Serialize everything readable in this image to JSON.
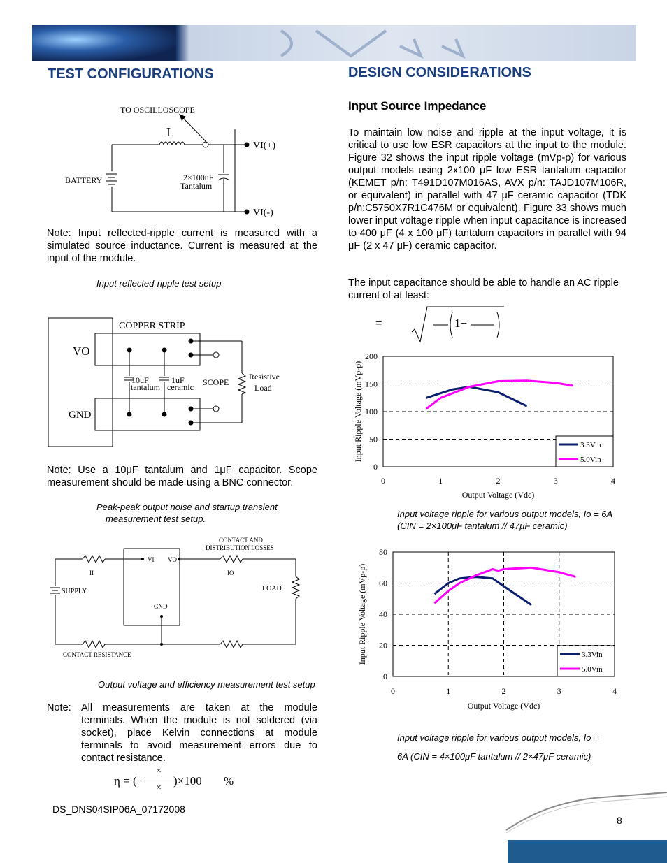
{
  "header": {
    "left_title": "TEST CONFIGURATIONS",
    "right_title": "DESIGN CONSIDERATIONS"
  },
  "fig1": {
    "scope": "TO OSCILLOSCOPE",
    "inductor": "L",
    "battery": "BATTERY",
    "cap_value": "2×100uF",
    "cap_type": "Tantalum",
    "vip": "VI(+)",
    "vim": "VI(-)"
  },
  "note1": "Note: Input reflected-ripple current is measured with a simulated source inductance. Current is measured at the input of the module.",
  "cap1": "Input reflected-ripple test setup",
  "fig2": {
    "copper": "COPPER STRIP",
    "vo": "VO",
    "gnd": "GND",
    "c1a": "10uF",
    "c1b": "tantalum",
    "c2a": "1uF",
    "c2b": "ceramic",
    "scope": "SCOPE",
    "res_a": "Resistive",
    "res_b": "Load"
  },
  "note2": "Note: Use a 10μF tantalum and 1μF capacitor. Scope measurement should be made using a BNC connector.",
  "cap2a": "Peak-peak output noise and startup transient",
  "cap2b": "measurement test setup.",
  "fig3": {
    "contact_a": "CONTACT AND",
    "contact_b": "DISTRIBUTION LOSSES",
    "vi": "VI",
    "vo": "VO",
    "ii": "II",
    "io": "IO",
    "supply": "SUPPLY",
    "load": "LOAD",
    "gnd": "GND",
    "contact_res": "CONTACT RESISTANCE"
  },
  "cap3": "Output voltage and efficiency measurement test setup",
  "note3_label": "Note:",
  "note3": "All measurements are taken at the module terminals. When the module is not soldered (via socket), place Kelvin connections at module terminals to avoid measurement errors due to contact resistance.",
  "eta": {
    "lhs": "η = (",
    "times1": "×",
    "times2": "×",
    "rhs": ")×100",
    "pct": "%"
  },
  "footer": "DS_DNS04SIP06A_07172008",
  "page": "8",
  "right": {
    "sub": "Input Source Impedance",
    "p1": "To maintain low noise and ripple at the input voltage, it is critical to use low ESR capacitors at the input to the module. Figure 32 shows the input ripple voltage (mVp-p) for various output models using 2x100 μF low ESR tantalum capacitor (KEMET p/n: T491D107M016AS, AVX p/n: TAJD107M106R, or equivalent) in parallel with 47 μF ceramic capacitor (TDK p/n:C5750X7R1C476M or equivalent). Figure 33 shows much lower input voltage ripple when input capacitance is increased to 400 μF (4 x 100 μF) tantalum capacitors in parallel with 94 μF (2 x 47 μF) ceramic capacitor.",
    "p2": "The input capacitance should be able to handle an AC ripple current of at least:",
    "formula_eq": "=",
    "formula_one": "1−",
    "cap_fig1": "Input voltage ripple for various output models, Io = 6A (CIN = 2×100μF tantalum // 47μF ceramic)",
    "cap_fig2a": "Input voltage ripple for various output models, Io =",
    "cap_fig2b": "6A (CIN = 4×100μF tantalum // 2×47μF ceramic)"
  },
  "chart_data": [
    {
      "type": "line",
      "xlabel": "Output Voltage (Vdc)",
      "ylabel": "Input Ripple Voltage (mVp-p)",
      "xlim": [
        0,
        4
      ],
      "ylim": [
        0,
        200
      ],
      "xticks": [
        "0",
        "1",
        "2",
        "3",
        "4"
      ],
      "yticks": [
        "0",
        "50",
        "100",
        "150",
        "200"
      ],
      "legend": "bottom-right",
      "series": [
        {
          "name": "3.3Vin",
          "color": "#0b1f6e",
          "x": [
            0.75,
            1.2,
            1.5,
            2.0,
            2.5
          ],
          "y": [
            125,
            140,
            145,
            135,
            110
          ]
        },
        {
          "name": "5.0Vin",
          "color": "#ff00ff",
          "x": [
            0.75,
            1.0,
            1.5,
            2.0,
            2.5,
            3.0,
            3.3
          ],
          "y": [
            105,
            125,
            145,
            155,
            156,
            152,
            147
          ]
        }
      ]
    },
    {
      "type": "line",
      "xlabel": "Output Voltage (Vdc)",
      "ylabel": "Input Ripple Voltage (mVp-p)",
      "xlim": [
        0,
        4
      ],
      "ylim": [
        0,
        80
      ],
      "xticks": [
        "0",
        "1",
        "2",
        "3",
        "4"
      ],
      "yticks": [
        "0",
        "20",
        "40",
        "60",
        "80"
      ],
      "legend": "bottom-right",
      "series": [
        {
          "name": "3.3Vin",
          "color": "#0b1f6e",
          "x": [
            0.75,
            1.0,
            1.2,
            1.5,
            1.8,
            2.0,
            2.5
          ],
          "y": [
            53,
            60,
            63,
            64,
            63,
            58,
            46
          ]
        },
        {
          "name": "5.0Vin",
          "color": "#ff00ff",
          "x": [
            0.75,
            1.0,
            1.2,
            1.5,
            1.8,
            1.9,
            2.0,
            2.5,
            3.0,
            3.3
          ],
          "y": [
            47,
            55,
            60,
            65,
            69,
            68,
            69,
            70,
            67,
            64
          ]
        }
      ]
    }
  ]
}
